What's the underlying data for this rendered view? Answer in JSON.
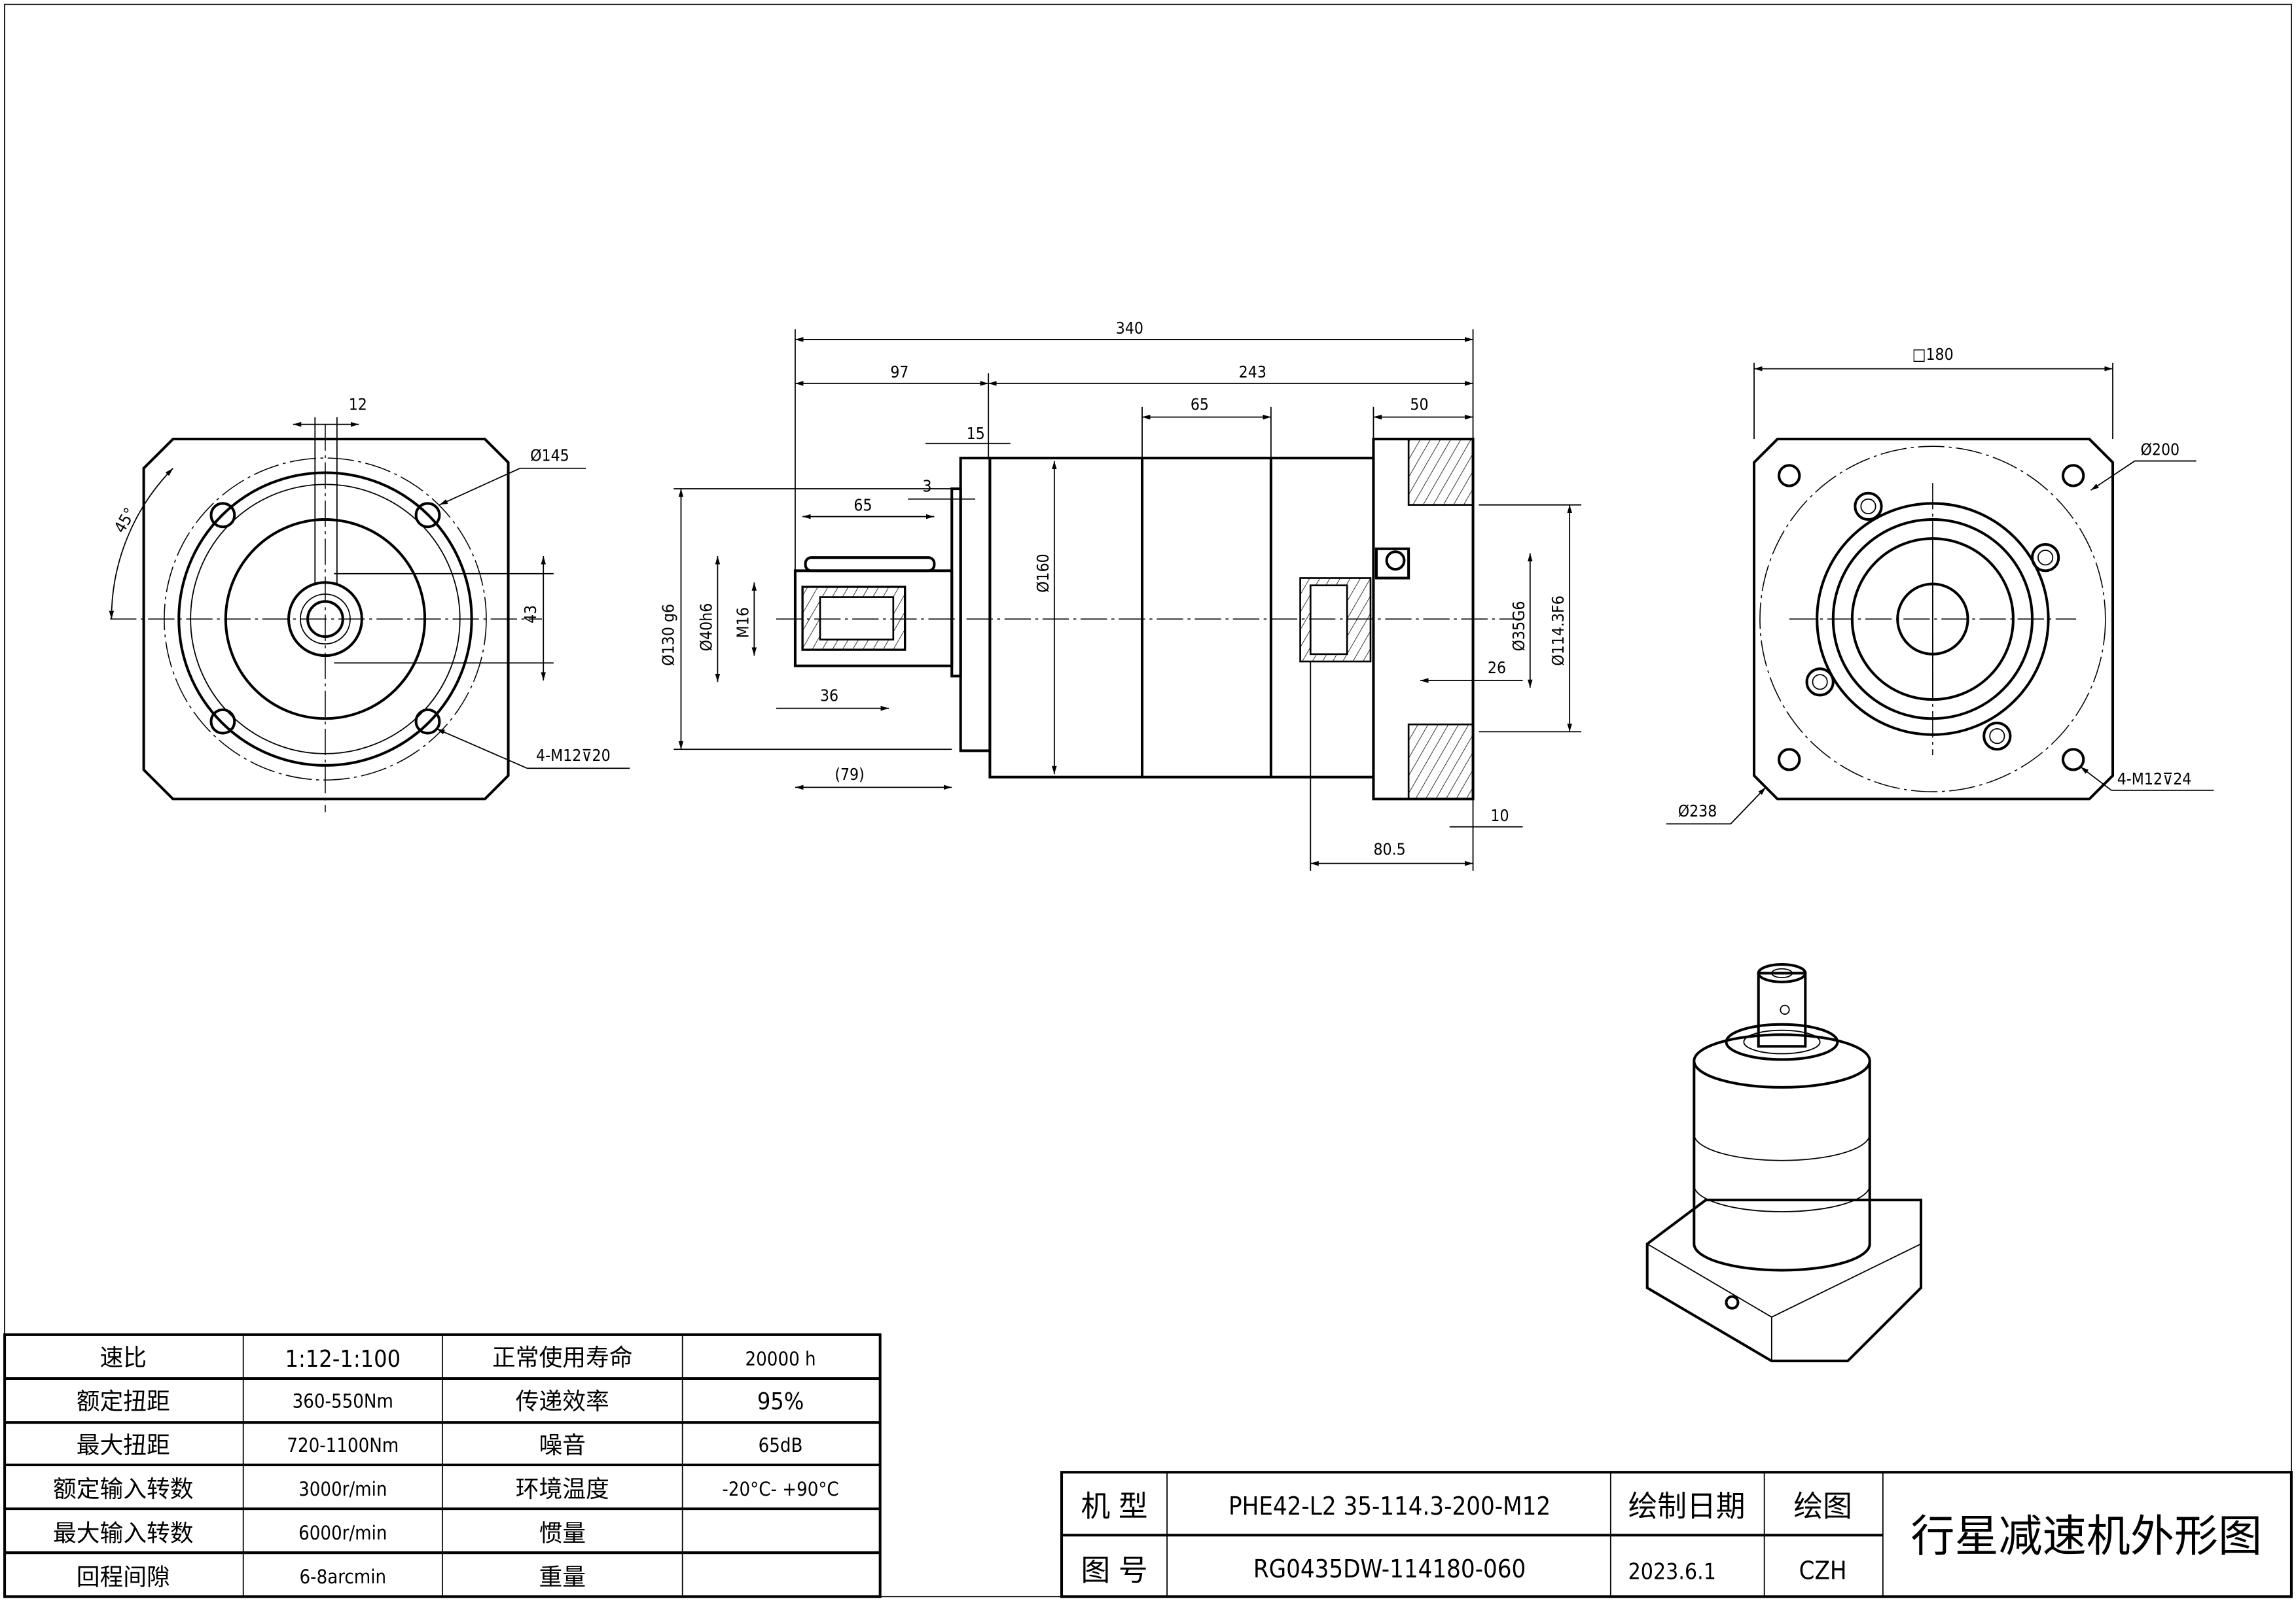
{
  "left_view": {
    "dim_key": "12",
    "dim_pcd": "Ø145",
    "dim_shaft_offset": "43",
    "dim_angle": "45°",
    "dim_holes": "4-M12⊽20"
  },
  "side_view": {
    "dim_total": "340",
    "dim_input": "97",
    "dim_body": "243",
    "dim_mid": "65",
    "dim_flange": "50",
    "dim_15": "15",
    "dim_3": "3",
    "dim_key_len": "65",
    "dim_pilot": "Ø130 g6",
    "dim_shaft": "Ø40h6",
    "dim_thread": "M16",
    "dim_body_dia": "Ø160",
    "dim_36": "36",
    "dim_79": "(79)",
    "dim_bore": "Ø35G6",
    "dim_bore_pilot": "Ø114.3F6",
    "dim_26": "26",
    "dim_10": "10",
    "dim_80_5": "80.5"
  },
  "right_view": {
    "dim_square": "□180",
    "dim_pcd": "Ø200",
    "dim_outer": "Ø238",
    "dim_holes": "4-M12⊽24"
  },
  "spec_table": {
    "rows": [
      [
        "速比",
        "1:12-1:100",
        "正常使用寿命",
        "20000 h"
      ],
      [
        "额定扭距",
        "360-550Nm",
        "传递效率",
        "95%"
      ],
      [
        "最大扭距",
        "720-1100Nm",
        "噪音",
        "65dB"
      ],
      [
        "额定输入转数",
        "3000r/min",
        "环境温度",
        "-20°C- +90°C"
      ],
      [
        "最大输入转数",
        "6000r/min",
        "惯量",
        ""
      ],
      [
        "回程间隙",
        "6-8arcmin",
        "重量",
        ""
      ]
    ]
  },
  "title_block": {
    "model_label": "机 型",
    "model_value": "PHE42-L2 35-114.3-200-M12",
    "date_label": "绘制日期",
    "drawn_label": "绘图",
    "drawing_no_label": "图 号",
    "drawing_no_value": "RG0435DW-114180-060",
    "date_value": "2023.6.1",
    "drawn_value": "CZH",
    "title": "行星减速机外形图"
  }
}
